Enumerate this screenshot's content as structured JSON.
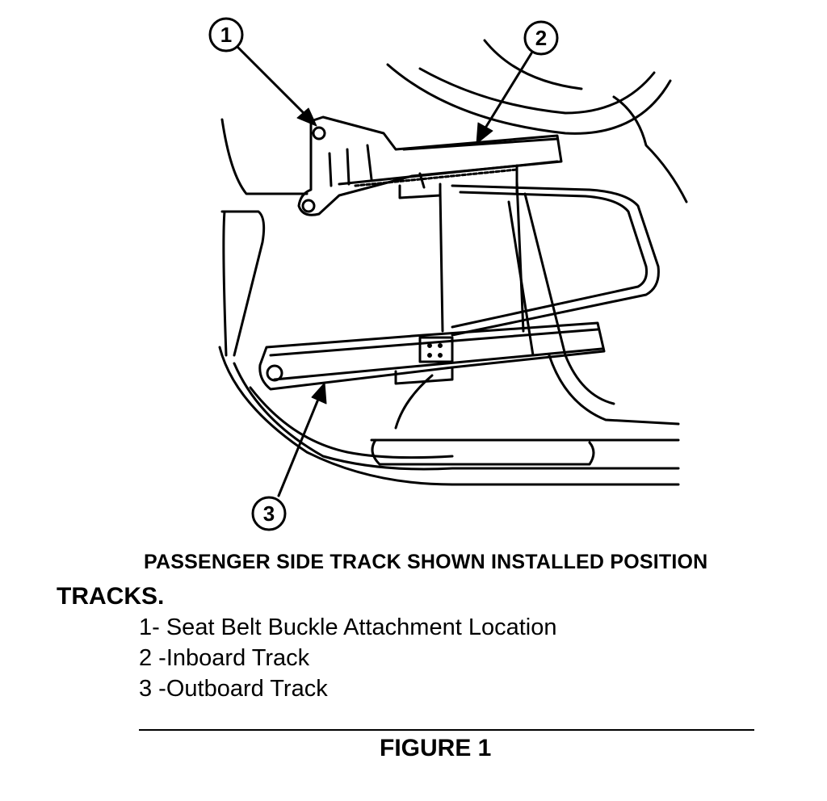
{
  "callouts": [
    {
      "number": "1"
    },
    {
      "number": "2"
    },
    {
      "number": "3"
    }
  ],
  "caption": "PASSENGER SIDE TRACK SHOWN INSTALLED POSITION",
  "section_title": "TRACKS.",
  "legend": [
    "1- Seat Belt Buckle Attachment Location",
    "2 -Inboard Track",
    "3 -Outboard Track"
  ],
  "figure_label": "FIGURE 1"
}
